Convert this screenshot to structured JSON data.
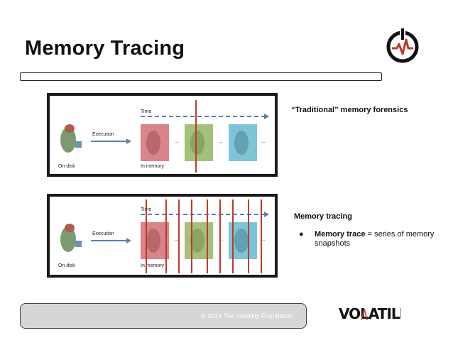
{
  "slide": {
    "title": "Memory Tracing",
    "footer": "© 2014 The Volatility Foundation",
    "brand_logo": "volatility-wordmark",
    "brand_text": "VOLATILITY",
    "power_logo": "power-heartbeat-icon"
  },
  "diagram_top": {
    "time_label": "Time",
    "execution_label": "Execution",
    "on_disk_label": "On disk",
    "in_memory_label": "In memory",
    "ellipsis": "...",
    "heading": "“Traditional” memory forensics"
  },
  "diagram_bottom": {
    "time_label": "Time",
    "execution_label": "Execution",
    "on_disk_label": "On disk",
    "in_memory_label": "In memory",
    "ellipsis": "...",
    "heading": "Memory tracing",
    "bullet_symbol": "●",
    "bullet_term": "Memory trace",
    "bullet_rest": " = series of memory snapshots"
  },
  "colors": {
    "snapshot_red": "#d9838a",
    "snapshot_green": "#a3c17a",
    "snapshot_blue": "#7cc4d8",
    "timeline": "#5b7fb8",
    "marker": "#c0392b"
  }
}
